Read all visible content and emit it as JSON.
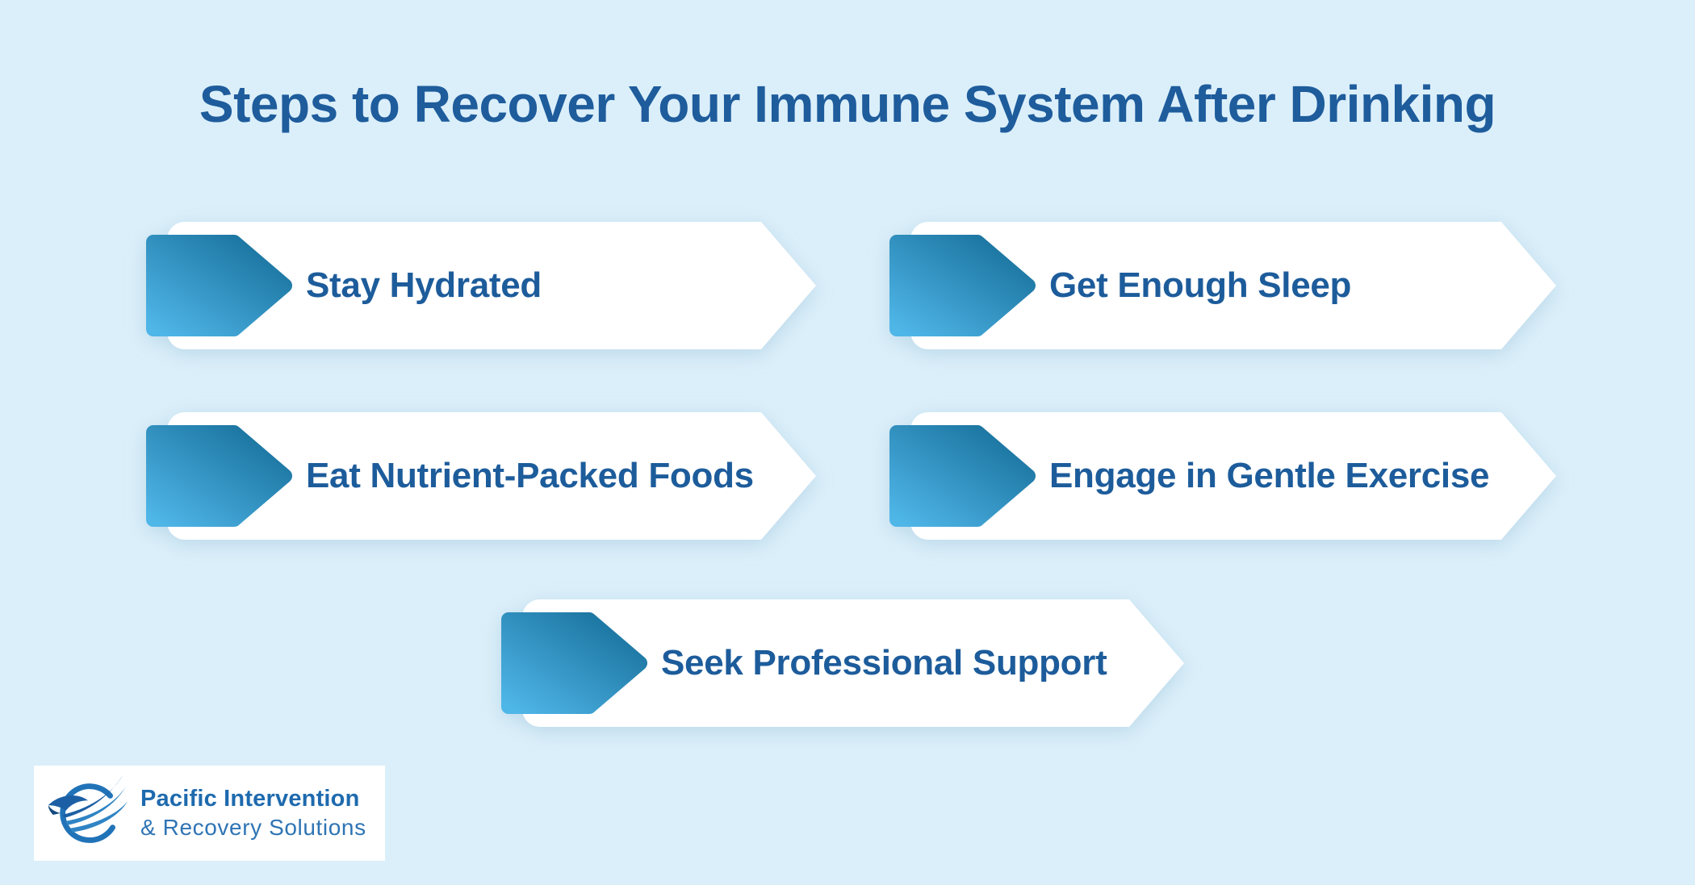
{
  "title": "Steps to Recover Your Immune System After Drinking",
  "steps": [
    {
      "label": "Stay Hydrated"
    },
    {
      "label": "Get Enough Sleep"
    },
    {
      "label": "Eat Nutrient-Packed Foods"
    },
    {
      "label": "Engage in Gentle Exercise"
    },
    {
      "label": "Seek Professional Support"
    }
  ],
  "logo": {
    "line1": "Pacific Intervention",
    "line2": "& Recovery Solutions",
    "icon": "eagle-swoosh-icon"
  },
  "icons": {
    "step_marker": "arrow-right-icon"
  },
  "colors": {
    "background": "#DBEFFA",
    "heading": "#1E5C9C",
    "step_text": "#1D5C9B",
    "banner_fill": "#FFFFFF",
    "arrow_gradient_start": "#4FB6E8",
    "arrow_gradient_end": "#156C97",
    "logo_text_primary": "#1E6AAE",
    "logo_text_secondary": "#2F74B4"
  }
}
